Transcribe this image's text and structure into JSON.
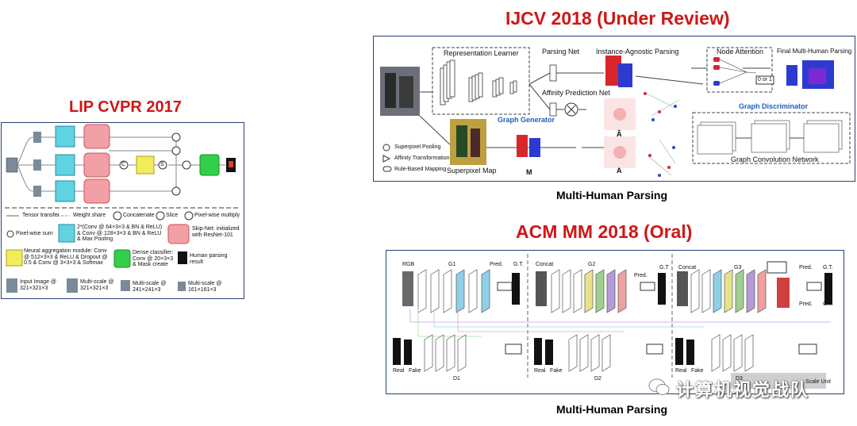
{
  "left": {
    "heading": "LIP CVPR 2017",
    "legend": {
      "tensor_transfer": "Tensor transfer",
      "weight_share": "Weight share",
      "concatenate": "Concatenate",
      "slice": "Slice",
      "pixel_wise_multiply": "Pixel-wise multiply",
      "pixel_wise_sum": "Pixel-wise sum",
      "conv_block": "2*(Conv @ 64×3×3 & BN & ReLU) & Conv @ 128×3×3 & BN & ReLU & Max Pooling",
      "skip_net": "Skip-Net: initialized with ResNet-101",
      "neural_aggregation": "Neural aggregation module: Conv @ 512×3×3 & ReLU & Dropout @ 0.5 & Conv @ 3×3×3 & Softmax",
      "dense_classifier": "Dense classifier: Conv @ 20×3×3 & Mask create",
      "human_parsing_result": "Human parsing result",
      "input_image": "Input Image @ 321×321×3",
      "multiscale_321": "Multi-scale @ 321×321×3",
      "multiscale_241": "Multi-scale @ 241×241×3",
      "multiscale_161": "Multi-scale @ 161×161×3"
    },
    "ops": {
      "c": "C",
      "s": "S"
    }
  },
  "ijcv": {
    "heading": "IJCV 2018 (Under Review)",
    "caption": "Multi-Human Parsing",
    "labels": {
      "representation_learner": "Representation Learner",
      "parsing_net": "Parsing Net",
      "instance_agnostic": "Instance-Agnostic Parsing",
      "node_attention": "Node Attention",
      "final_parsing": "Final Multi-Human Parsing",
      "affinity_net": "Affinity Prediction Net",
      "graph_generator": "Graph Generator",
      "graph_discriminator": "Graph Discriminator",
      "gcn": "Graph Convolution Network",
      "superpixel_map": "Superpixel Map",
      "m": "M",
      "a": "A",
      "a_tilde": "Ã",
      "zero_or_one": "0 or 1",
      "legend_superpixel_pooling": "Superpixel Pooling",
      "legend_affinity_transform": "Affinity Transformation",
      "legend_rule_based": "Rule-Based Mapping"
    }
  },
  "acm": {
    "heading": "ACM MM 2018 (Oral)",
    "caption": "Multi-Human Parsing",
    "labels": {
      "rgb": "RGB",
      "g1": "G1",
      "g2": "G2",
      "g3": "G3",
      "concat1": "Concat",
      "concat2": "Concat",
      "pred1": "Pred.",
      "gt1": "G.T.",
      "pred2": "Pred.",
      "gt2": "G.T",
      "pred3": "Pred.",
      "gt3": "G.T.",
      "pred4": "Pred.",
      "gt4": "G.T.",
      "d1": "D1",
      "d2": "D2",
      "d3": "D3",
      "real1": "Real",
      "fake1": "Fake",
      "real2": "Real",
      "fake2": "Fake",
      "real3": "Real",
      "fake3": "Fake",
      "scale_unit": "Scale Unit"
    },
    "watermark": "计算机视觉战队"
  },
  "colors": {
    "heading_red": "#d01616",
    "panel_border": "#2a3f73",
    "blue_label": "#1f5fbf",
    "cyan": "#5fd3e0",
    "pink": "#f1a0a6",
    "yellow": "#f2ec5a",
    "green": "#32d04a"
  }
}
